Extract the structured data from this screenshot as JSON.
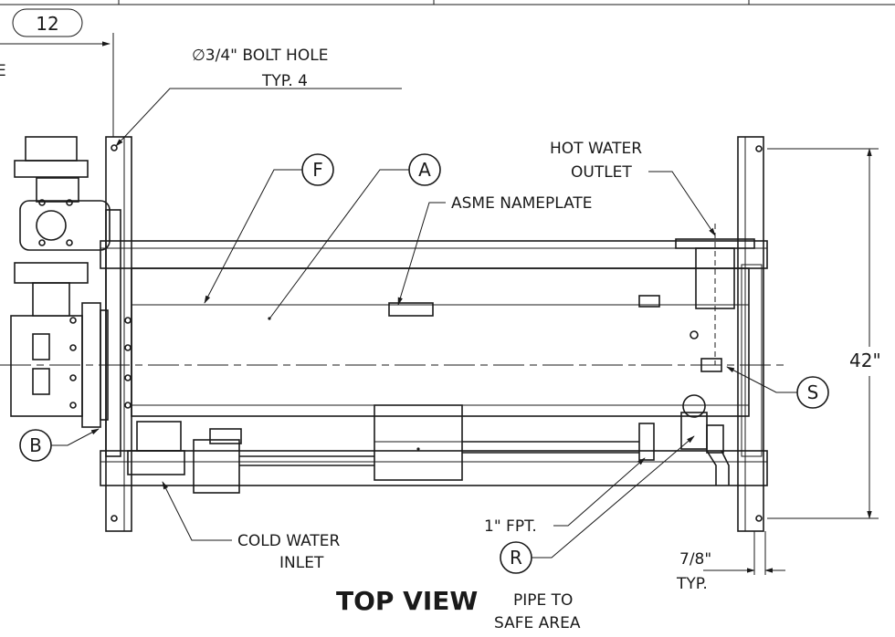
{
  "dimensions": {
    "overall_width": "12",
    "height": "42\"",
    "leg_offset": "7/8\"",
    "leg_offset_note": "TYP."
  },
  "notes": {
    "bolt_hole_line1": "∅3/4\" BOLT HOLE",
    "bolt_hole_line2": "TYP. 4",
    "hot_water_line1": "HOT WATER",
    "hot_water_line2": "OUTLET",
    "nameplate": "ASME NAMEPLATE",
    "cold_water_line1": "COLD WATER",
    "cold_water_line2": "INLET",
    "fpt": "1\" FPT.",
    "safe_line1": "PIPE TO",
    "safe_line2": "SAFE AREA",
    "left_edge_fragment": "E"
  },
  "callouts": {
    "f": "F",
    "a": "A",
    "b": "B",
    "s": "S",
    "r": "R"
  },
  "view_title": "TOP VIEW"
}
